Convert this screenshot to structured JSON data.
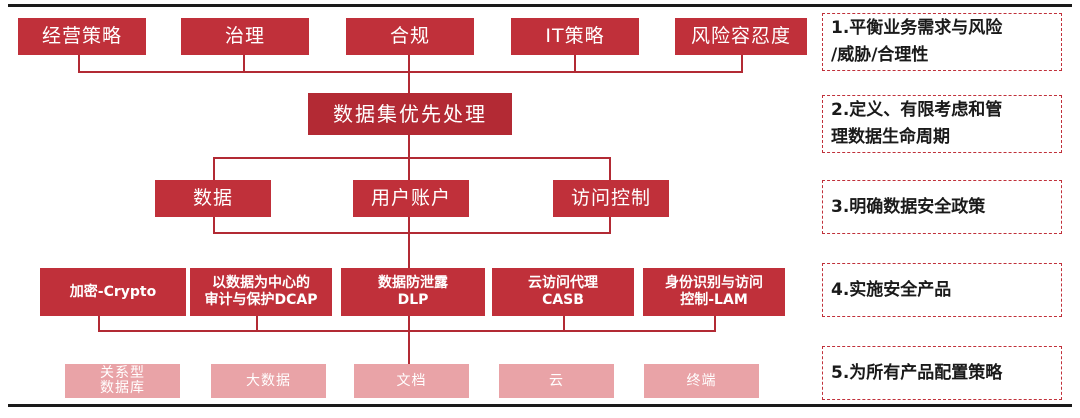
{
  "level1": [
    "经营策略",
    "治理",
    "合规",
    "IT策略",
    "风险容忍度"
  ],
  "level2": "数据集优先处理",
  "level3": [
    "数据",
    "用户账户",
    "访问控制"
  ],
  "level4": [
    [
      "加密-Crypto"
    ],
    [
      "以数据为中心的",
      "审计与保护DCAP"
    ],
    [
      "数据防泄露",
      "DLP"
    ],
    [
      "云访问代理",
      "CASB"
    ],
    [
      "身份识别与访问",
      "控制-LAM"
    ]
  ],
  "level5": [
    [
      "关系型",
      "数据库"
    ],
    [
      "大数据"
    ],
    [
      "文档"
    ],
    [
      "云"
    ],
    [
      "终端"
    ]
  ],
  "notes": [
    [
      "1.平衡业务需求与风险",
      "/威胁/合理性"
    ],
    [
      "2.定义、有限考虑和管",
      "理数据生命周期"
    ],
    [
      "3.明确数据安全政策"
    ],
    [
      "4.实施安全产品"
    ],
    [
      "5.为所有产品配置策略"
    ]
  ],
  "colors": {
    "primary": "#c0303a",
    "light": "#e9a3a7",
    "line": "#b22a34"
  }
}
